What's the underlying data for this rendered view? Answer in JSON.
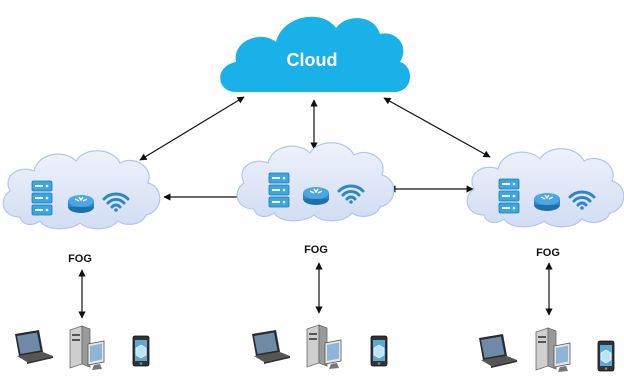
{
  "cloud": {
    "label": "Cloud"
  },
  "fog_nodes": [
    {
      "label": "FOG"
    },
    {
      "label": "FOG"
    },
    {
      "label": "FOG"
    }
  ],
  "colors": {
    "cloud_fill": "#1ab0e8",
    "fog_fill": "#dde6f7",
    "fog_stroke": "#b3c6ea",
    "server_blue": "#3aa7e0",
    "router_blue": "#2e86c8",
    "arrow": "#111111"
  },
  "icons": {
    "fog_devices": [
      "server-icon",
      "router-icon",
      "wifi-icon"
    ],
    "end_devices": [
      "laptop-icon",
      "desktop-computer-icon",
      "smartphone-icon"
    ]
  }
}
